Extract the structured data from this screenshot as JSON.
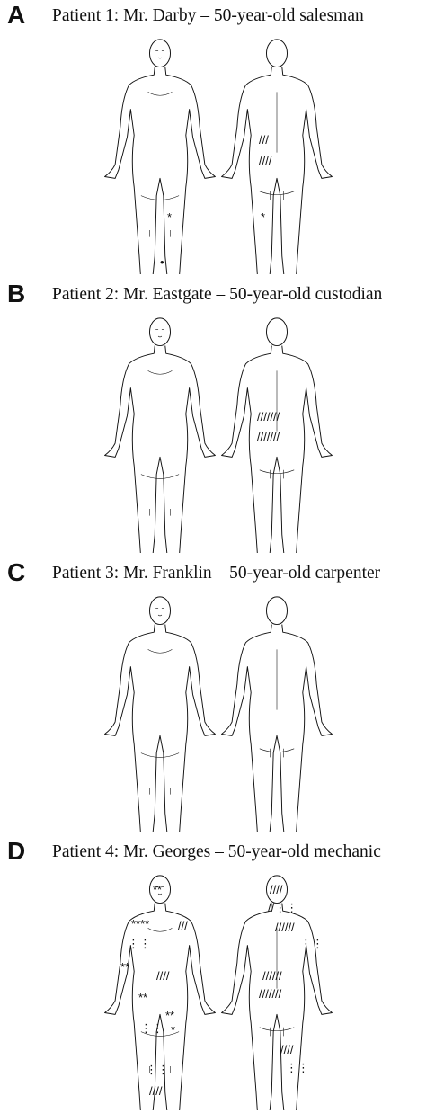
{
  "panels": [
    {
      "letter": "A",
      "caption": "Patient 1:  Mr. Darby – 50-year-old salesman"
    },
    {
      "letter": "B",
      "caption": "Patient 2: Mr. Eastgate – 50-year-old custodian"
    },
    {
      "letter": "C",
      "caption": "Patient 3: Mr. Franklin – 50-year-old carpenter"
    },
    {
      "letter": "D",
      "caption": "Patient 4: Mr. Georges – 50-year-old mechanic"
    }
  ],
  "symbols": {
    "asterisk": "*",
    "double_asterisk": "**",
    "quad_asterisk": "****",
    "hatch3": "///",
    "hatch4": "////",
    "hatch6": "//////",
    "hatch7": "///////"
  }
}
